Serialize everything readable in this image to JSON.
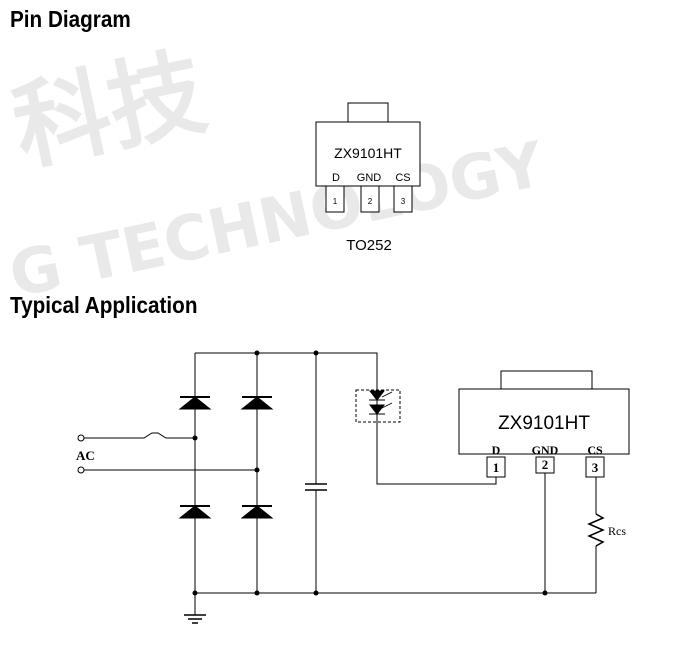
{
  "sections": {
    "pin_diagram_title": "Pin Diagram",
    "typical_application_title": "Typical Application"
  },
  "pin_diagram": {
    "chip_name": "ZX9101HT",
    "package": "TO252",
    "pins": [
      {
        "number": "1",
        "name": "D"
      },
      {
        "number": "2",
        "name": "GND"
      },
      {
        "number": "3",
        "name": "CS"
      }
    ]
  },
  "application": {
    "chip_name": "ZX9101HT",
    "ac_label": "AC",
    "resistor_label": "Rcs",
    "pins": [
      {
        "number": "1",
        "name": "D"
      },
      {
        "number": "2",
        "name": "GND"
      },
      {
        "number": "3",
        "name": "CS"
      }
    ]
  },
  "watermark": {
    "text_top": "科技",
    "text_bottom": "G TECHNOLOGY",
    "color": "#e9e9e9"
  }
}
